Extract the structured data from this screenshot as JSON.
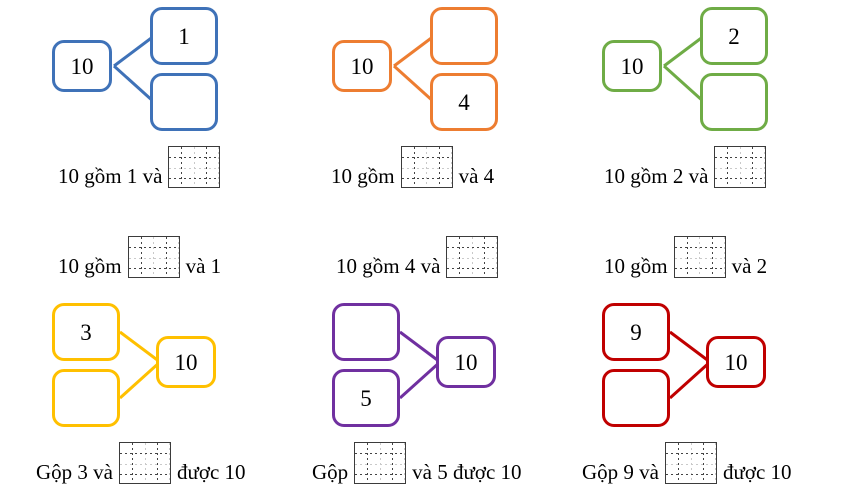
{
  "page": {
    "language": "vi",
    "title": "Phieu bai tap so 10 - so do tach gop",
    "background": "#ffffff",
    "text_color": "#000000"
  },
  "palette": {
    "blue": "#3F72B8",
    "orange": "#ED7D31",
    "green": "#6FAC46",
    "yellow": "#FFC000",
    "purple": "#7030A0",
    "red": "#C00000",
    "grid_border": "#3B3B3B",
    "grid_dark_dot": "#444444",
    "grid_light_dot": "#C9C9C9"
  },
  "words": {
    "gom": "gồm",
    "va": "và",
    "gop": "Gộp",
    "duoc": "được",
    "ten": "10"
  },
  "exercises": [
    {
      "id": "bond-1",
      "kind": "decompose",
      "color": "#3F72B8",
      "whole": "10",
      "part_top": "1",
      "part_bottom": "",
      "blank_position": "bottom",
      "sentence": {
        "prefix": "10 gồm 1 và",
        "suffix": "",
        "answer_blank": true
      }
    },
    {
      "id": "bond-2",
      "kind": "decompose",
      "color": "#ED7D31",
      "whole": "10",
      "part_top": "",
      "part_bottom": "4",
      "blank_position": "top",
      "sentence": {
        "prefix": "10 gồm",
        "suffix": "và 4",
        "answer_blank": true
      }
    },
    {
      "id": "bond-3",
      "kind": "decompose",
      "color": "#6FAC46",
      "whole": "10",
      "part_top": "2",
      "part_bottom": "",
      "blank_position": "bottom",
      "sentence": {
        "prefix": "10 gồm 2 và",
        "suffix": "",
        "answer_blank": true
      }
    },
    {
      "id": "bond-4",
      "kind": "compose",
      "color": "#FFC000",
      "whole": "10",
      "part_top": "3",
      "part_bottom": "",
      "blank_position": "bottom",
      "sentence": {
        "prefix": "Gộp 3 và",
        "suffix": "được 10",
        "answer_blank": true
      }
    },
    {
      "id": "bond-5",
      "kind": "compose",
      "color": "#7030A0",
      "whole": "10",
      "part_top": "",
      "part_bottom": "5",
      "blank_position": "top",
      "sentence": {
        "prefix": "Gộp",
        "suffix": "và 5 được 10",
        "answer_blank": true
      }
    },
    {
      "id": "bond-6",
      "kind": "compose",
      "color": "#C00000",
      "whole": "10",
      "part_top": "9",
      "part_bottom": "",
      "blank_position": "bottom",
      "sentence": {
        "prefix": "Gộp 9 và",
        "suffix": "được 10",
        "answer_blank": true
      }
    }
  ],
  "middle_sentences": [
    {
      "id": "mid-1",
      "prefix": "10 gồm",
      "suffix": "và 1",
      "answer_blank": true
    },
    {
      "id": "mid-2",
      "prefix": "10 gồm 4 và",
      "suffix": "",
      "answer_blank": true
    },
    {
      "id": "mid-3",
      "prefix": "10 gồm",
      "suffix": "và 2",
      "answer_blank": true
    }
  ]
}
